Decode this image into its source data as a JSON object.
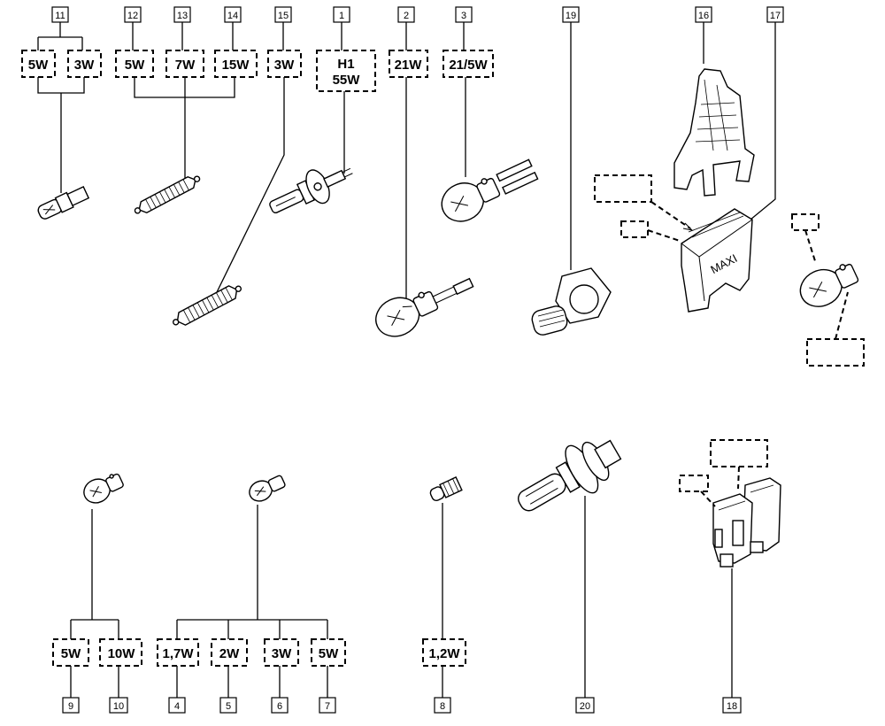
{
  "refs": {
    "r1": "1",
    "r2": "2",
    "r3": "3",
    "r4": "4",
    "r5": "5",
    "r6": "6",
    "r7": "7",
    "r8": "8",
    "r9": "9",
    "r10": "10",
    "r11": "11",
    "r12": "12",
    "r13": "13",
    "r14": "14",
    "r15": "15",
    "r16": "16",
    "r17": "17",
    "r18": "18",
    "r19": "19",
    "r20": "20"
  },
  "watts": {
    "w11a": "5W",
    "w11b": "3W",
    "w12": "5W",
    "w13": "7W",
    "w14": "15W",
    "w15": "3W",
    "w1_line1": "H1",
    "w1_line2": "55W",
    "w2": "21W",
    "w3": "21/5W",
    "w9": "5W",
    "w10": "10W",
    "w4": "1,7W",
    "w5": "2W",
    "w6": "3W",
    "w7": "5W",
    "w8": "1,2W"
  },
  "fuse_label": "MAXI"
}
